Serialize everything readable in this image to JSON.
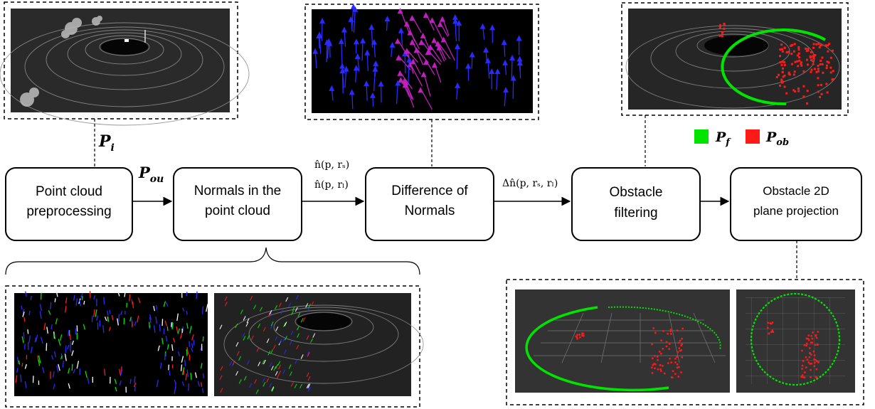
{
  "nodes": {
    "preprocess": [
      "Point cloud",
      "preprocessing"
    ],
    "normals": [
      "Normals in the",
      "point cloud"
    ],
    "don": [
      "Difference of",
      "Normals"
    ],
    "filter": [
      "Obstacle",
      "filtering"
    ],
    "project": [
      "Obstacle 2D",
      "plane projection"
    ]
  },
  "labels": {
    "p_i": {
      "base": "P",
      "sub": "i"
    },
    "p_ou": {
      "base": "P",
      "sub": "ou"
    },
    "normal_small": "n̂(p, rₛ)",
    "normal_large": "n̂(p, rₗ)",
    "don_edge": "Δn̂(p, rₛ, rₗ)"
  },
  "legend": [
    {
      "base": "P",
      "sub": "f",
      "color": "#00e400"
    },
    {
      "base": "P",
      "sub": "ob",
      "color": "#ff1a1a"
    }
  ],
  "colors": {
    "ground": "#00e400",
    "obstacle": "#ff1a1a",
    "normal": "#2a2aff",
    "normal_dev": "#c020c0"
  },
  "thumbnails": [
    "raw-lidar-scan",
    "difference-of-normals-vectors",
    "filtered-obstacle-scan",
    "normals-closeup-view",
    "normals-full-scan-view",
    "projection-perspective-view",
    "projection-top-view"
  ]
}
